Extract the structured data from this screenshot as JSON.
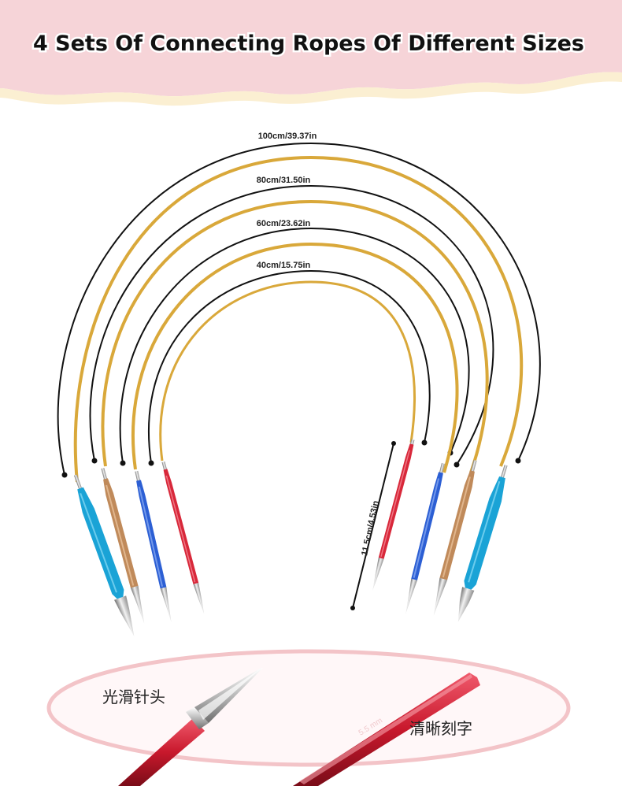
{
  "title": "4 Sets Of Connecting Ropes Of Different Sizes",
  "cables": [
    {
      "label": "100cm/39.37in",
      "tip_color": "#1aa3d6",
      "tip_dark": "#0d6f99"
    },
    {
      "label": "80cm/31.50in",
      "tip_color": "#c08a5a",
      "tip_dark": "#7c5634"
    },
    {
      "label": "60cm/23.62in",
      "tip_color": "#2c5fd4",
      "tip_dark": "#1a3c8c"
    },
    {
      "label": "40cm/15.75in",
      "tip_color": "#d8283a",
      "tip_dark": "#8c1420"
    }
  ],
  "tip_length_label": "11.5cm/4.53in",
  "detail": {
    "left_caption": "光滑针头",
    "right_caption": "清晰刻字",
    "engraving": "5.5 mm"
  },
  "colors": {
    "banner": "#f6d4d8",
    "wave_cream": "#fbefd2",
    "cable_gold": "#d9a83a",
    "ellipse": "#f3c4c8"
  }
}
